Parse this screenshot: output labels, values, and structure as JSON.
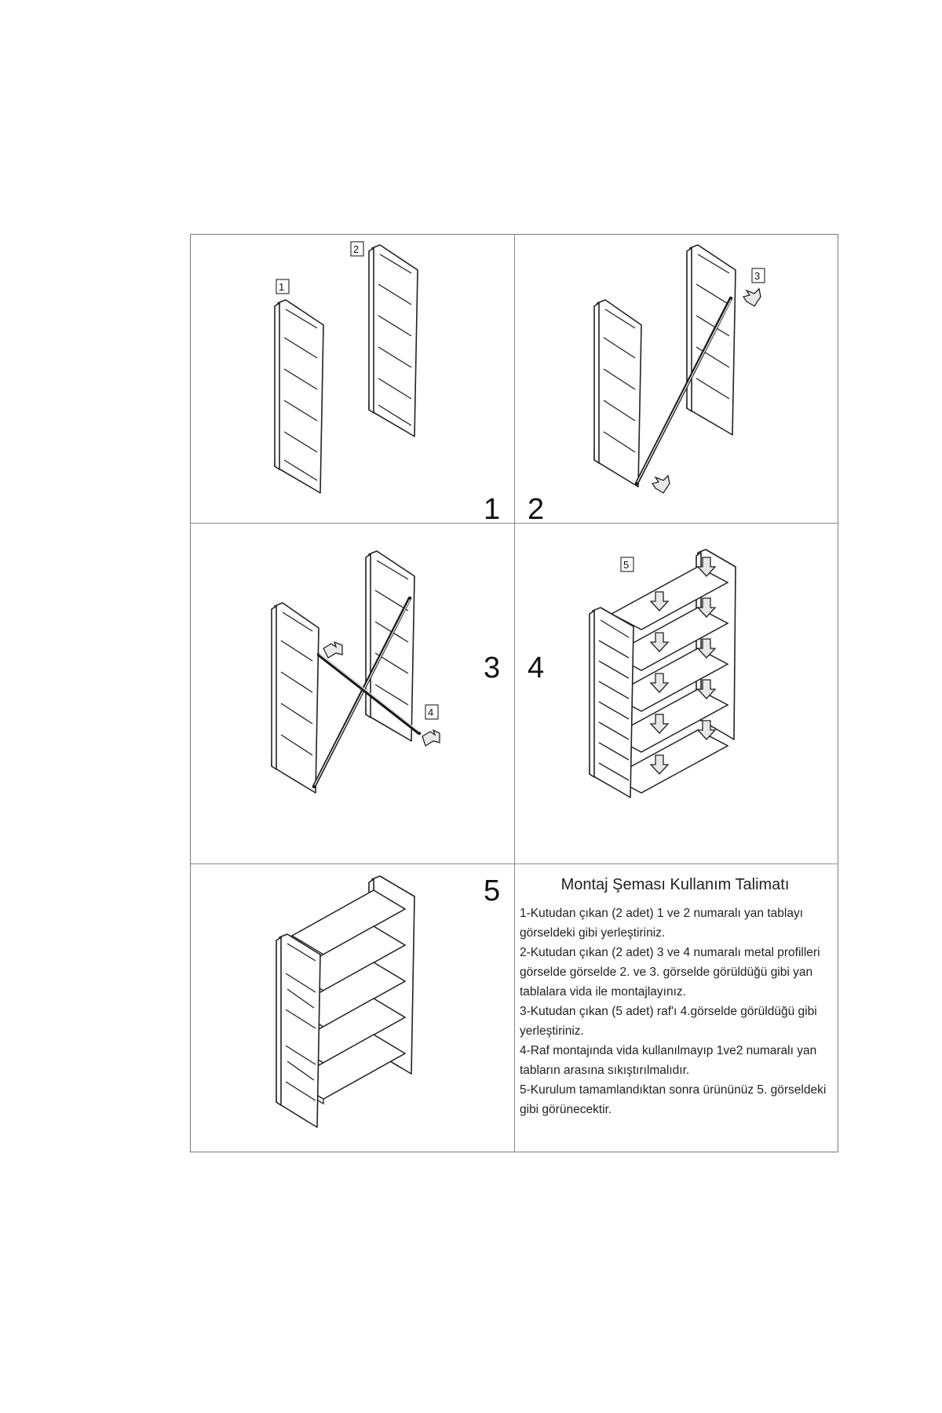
{
  "steps": {
    "label_1": "1",
    "label_2": "2",
    "label_3": "3",
    "label_4": "4",
    "label_5": "5"
  },
  "parts": {
    "part_1": "1",
    "part_2": "2",
    "part_3": "3",
    "part_4": "4",
    "part_5": "5"
  },
  "instructions": {
    "title": "Montaj Şeması Kullanım Talimatı",
    "items": [
      "1-Kutudan çıkan (2 adet) 1 ve 2 numaralı yan tablayı görseldeki gibi yerleştiriniz.",
      "2-Kutudan çıkan (2 adet) 3 ve 4 numaralı metal profilleri görselde görselde 2. ve 3. görselde görüldüğü gibi yan tablalara vida ile montajlayınız.",
      "3-Kutudan çıkan (5 adet) raf'ı 4.görselde görüldüğü gibi yerleştiriniz.",
      "4-Raf montajında vida kullanılmayıp 1ve2 numaralı yan tabların arasına sıkıştırılmalıdır.",
      "5-Kurulum tamamlandıktan sonra ürününüz 5. görseldeki gibi görünecektir."
    ]
  }
}
